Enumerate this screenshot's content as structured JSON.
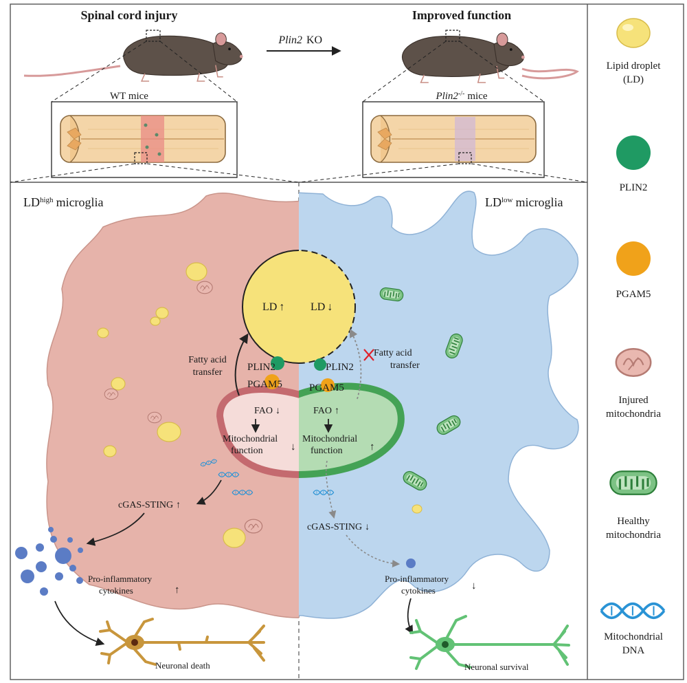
{
  "top": {
    "left_title": "Spinal cord injury",
    "right_title": "Improved function",
    "ko_gene": "Plin2",
    "ko_suffix": "KO",
    "wt_label": "WT mice",
    "ko_label_gene": "Plin2",
    "ko_label_sup": "-/-",
    "ko_label_rest": "mice"
  },
  "left_cell": {
    "title_main": "LD",
    "title_sup": "high",
    "title_rest": "microglia",
    "ld_label": "LD",
    "ld_arrow": "↑",
    "fatty_acid_line1": "Fatty acid",
    "fatty_acid_line2": "transfer",
    "plin2": "PLIN2",
    "pgam5": "PGAM5",
    "fao": "FAO",
    "fao_arrow": "↓",
    "mito_line1": "Mitochondrial",
    "mito_line2": "function",
    "mito_arrow": "↓",
    "cgas": "cGAS-STING",
    "cgas_arrow": "↑",
    "cyto_line1": "Pro-inflammatory",
    "cyto_line2": "cytokines",
    "cyto_arrow": "↑",
    "neuron": "Neuronal death"
  },
  "right_cell": {
    "title_main": "LD",
    "title_sup": "low",
    "title_rest": "microglia",
    "ld_label": "LD",
    "ld_arrow": "↓",
    "fatty_acid_line1": "Fatty acid",
    "fatty_acid_line2": "transfer",
    "plin2": "PLIN2",
    "pgam5": "PGAM5",
    "fao": "FAO",
    "fao_arrow": "↑",
    "mito_line1": "Mitochondrial",
    "mito_line2": "function",
    "mito_arrow": "↑",
    "cgas": "cGAS-STING",
    "cgas_arrow": "↓",
    "cyto_line1": "Pro-inflammatory",
    "cyto_line2": "cytokines",
    "cyto_arrow": "↓",
    "neuron": "Neuronal survival"
  },
  "legend": [
    {
      "line1": "Lipid droplet",
      "line2": "(LD)",
      "icon": "lipid-droplet-icon"
    },
    {
      "line1": "PLIN2",
      "line2": "",
      "icon": "plin2-icon"
    },
    {
      "line1": "PGAM5",
      "line2": "",
      "icon": "pgam5-icon"
    },
    {
      "line1": "Injured",
      "line2": "mitochondria",
      "icon": "injured-mitochondria-icon"
    },
    {
      "line1": "Healthy",
      "line2": "mitochondria",
      "icon": "healthy-mitochondria-icon"
    },
    {
      "line1": "Mitochondrial",
      "line2": "DNA",
      "icon": "mitochondrial-dna-icon"
    }
  ],
  "colors": {
    "lipid": "#f6e27a",
    "plin2": "#1f9a63",
    "pgam5": "#f0a21a",
    "injured_cell": "#e6b3aa",
    "healthy_cell": "#bcd6ee",
    "injured_mito": "#d5777a",
    "healthy_mito": "#4aa95a",
    "dna": "#2a93d5",
    "cytokine": "#5b7cc5",
    "neuron_dead": "#c8963c",
    "neuron_alive": "#62c275"
  }
}
